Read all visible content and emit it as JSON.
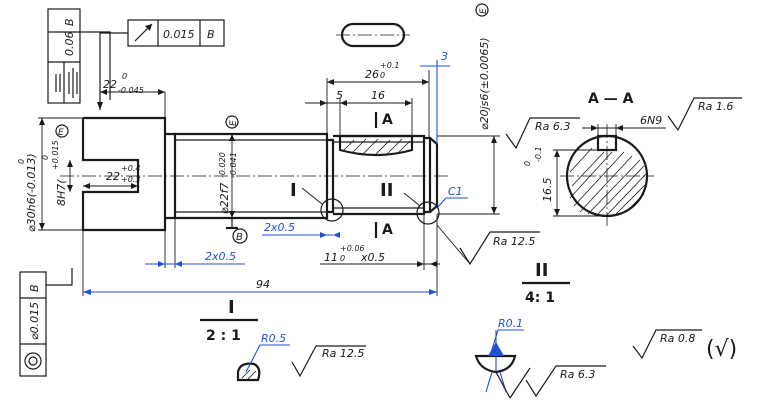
{
  "tolerance_frames": {
    "left_top": {
      "value": "0.06",
      "datum": "B"
    },
    "top_runout": {
      "value": "0.015",
      "datum": "B"
    },
    "left_bottom": {
      "value": "⌀0.015",
      "datum": "B"
    }
  },
  "dimensions": {
    "d22_top": {
      "main": "22",
      "tol": "-0.045",
      "zero": "0"
    },
    "d30": {
      "text": "⌀30h6(-0.013)",
      "zero": "0"
    },
    "d8h7": {
      "main": "8H7(",
      "tol": "+0.015",
      "zero": "0"
    },
    "d22_inner": {
      "main": "22",
      "tol_up": "+0.4",
      "tol_dn": "+0.3"
    },
    "d22f7": {
      "main": "⌀22f7",
      "tol_up": "-0.020",
      "tol_dn": "-0.041"
    },
    "d26": {
      "main": "26",
      "tol": "+0.1",
      "zero": "0"
    },
    "d5": "5",
    "d16": "16",
    "d3": "3",
    "d20s6": "⌀20js6(±0.0065)",
    "chamfer_c1": "C1",
    "groove_2x05_a": "2x0.5",
    "groove_2x05_b": "2x0.5",
    "d11": {
      "main": "11",
      "tol": "+0.06",
      "zero": "0",
      "suffix": "x0.5"
    },
    "d94": "94",
    "d6n9": "6N9",
    "d165": {
      "main": "16.5",
      "tol": "-0.1",
      "zero": "0"
    }
  },
  "labels": {
    "datum_b": "B",
    "datum_e": "E",
    "section_a_top": "A",
    "section_a_bottom": "A",
    "section_title": "A — A",
    "detail_i": "I",
    "detail_ii": "II",
    "detail_i_title": "I",
    "detail_i_scale": "2 : 1",
    "detail_ii_title": "II",
    "detail_ii_scale": "4: 1",
    "r05": "R0.5",
    "r01": "R0.1",
    "general_roughness_check": "(√)"
  },
  "roughness": {
    "left_key": "Ra 6.3",
    "right_key": "Ra 1.6",
    "groove": "Ra 12.5",
    "detail_i": "Ra 12.5",
    "detail_ii": "Ra 6.3",
    "general": "Ra 0.8"
  }
}
